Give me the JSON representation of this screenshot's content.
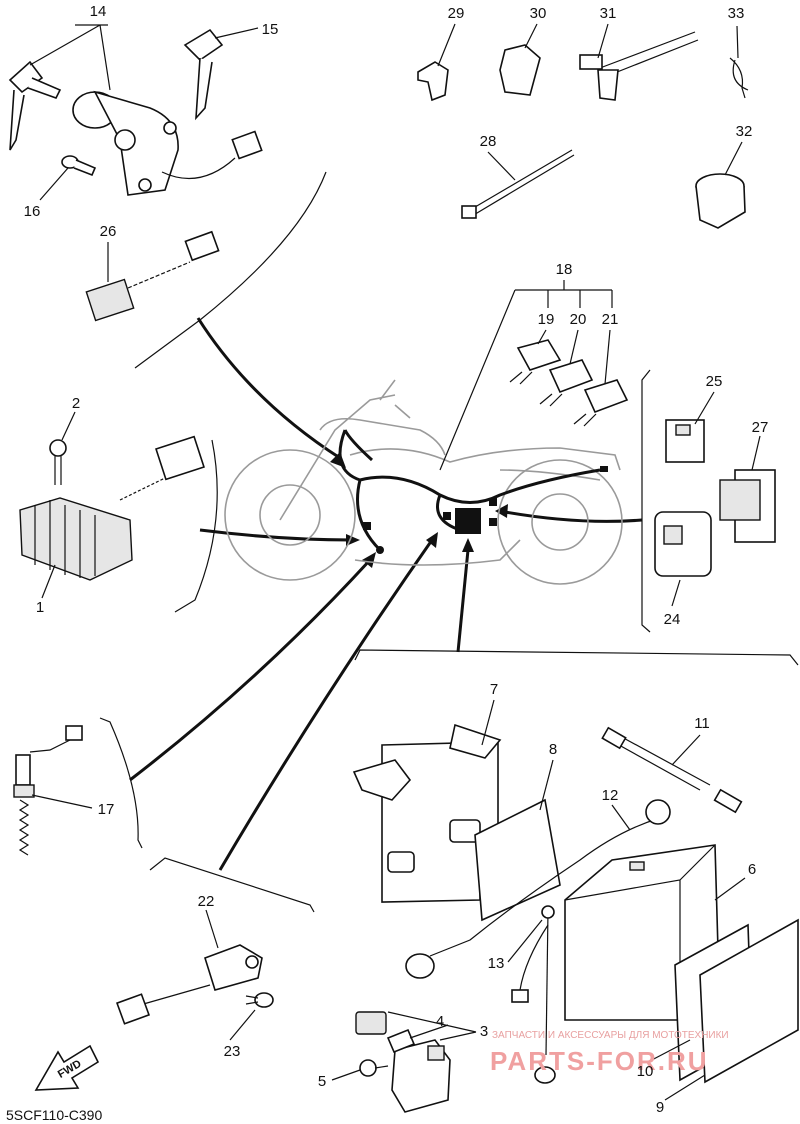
{
  "diagram_code": "5SCF110-C390",
  "fwd_label": "FWD",
  "watermark": {
    "line1": "ЗАПЧАСТИ И АКСЕССУАРЫ ДЛЯ МОТОТЕХНИКИ",
    "line2": "PARTS-FOR.RU"
  },
  "callouts": {
    "c1": "1",
    "c2": "2",
    "c3": "3",
    "c4": "4",
    "c5": "5",
    "c6": "6",
    "c7": "7",
    "c8": "8",
    "c9": "9",
    "c10": "10",
    "c11": "11",
    "c12": "12",
    "c13": "13",
    "c14": "14",
    "c15": "15",
    "c16": "16",
    "c17": "17",
    "c18": "18",
    "c19": "19",
    "c20": "20",
    "c21": "21",
    "c22": "22",
    "c23": "23",
    "c24": "24",
    "c25": "25",
    "c26": "26",
    "c27": "27",
    "c28": "28",
    "c29": "29",
    "c30": "30",
    "c31": "31",
    "c32": "32",
    "c33": "33"
  }
}
